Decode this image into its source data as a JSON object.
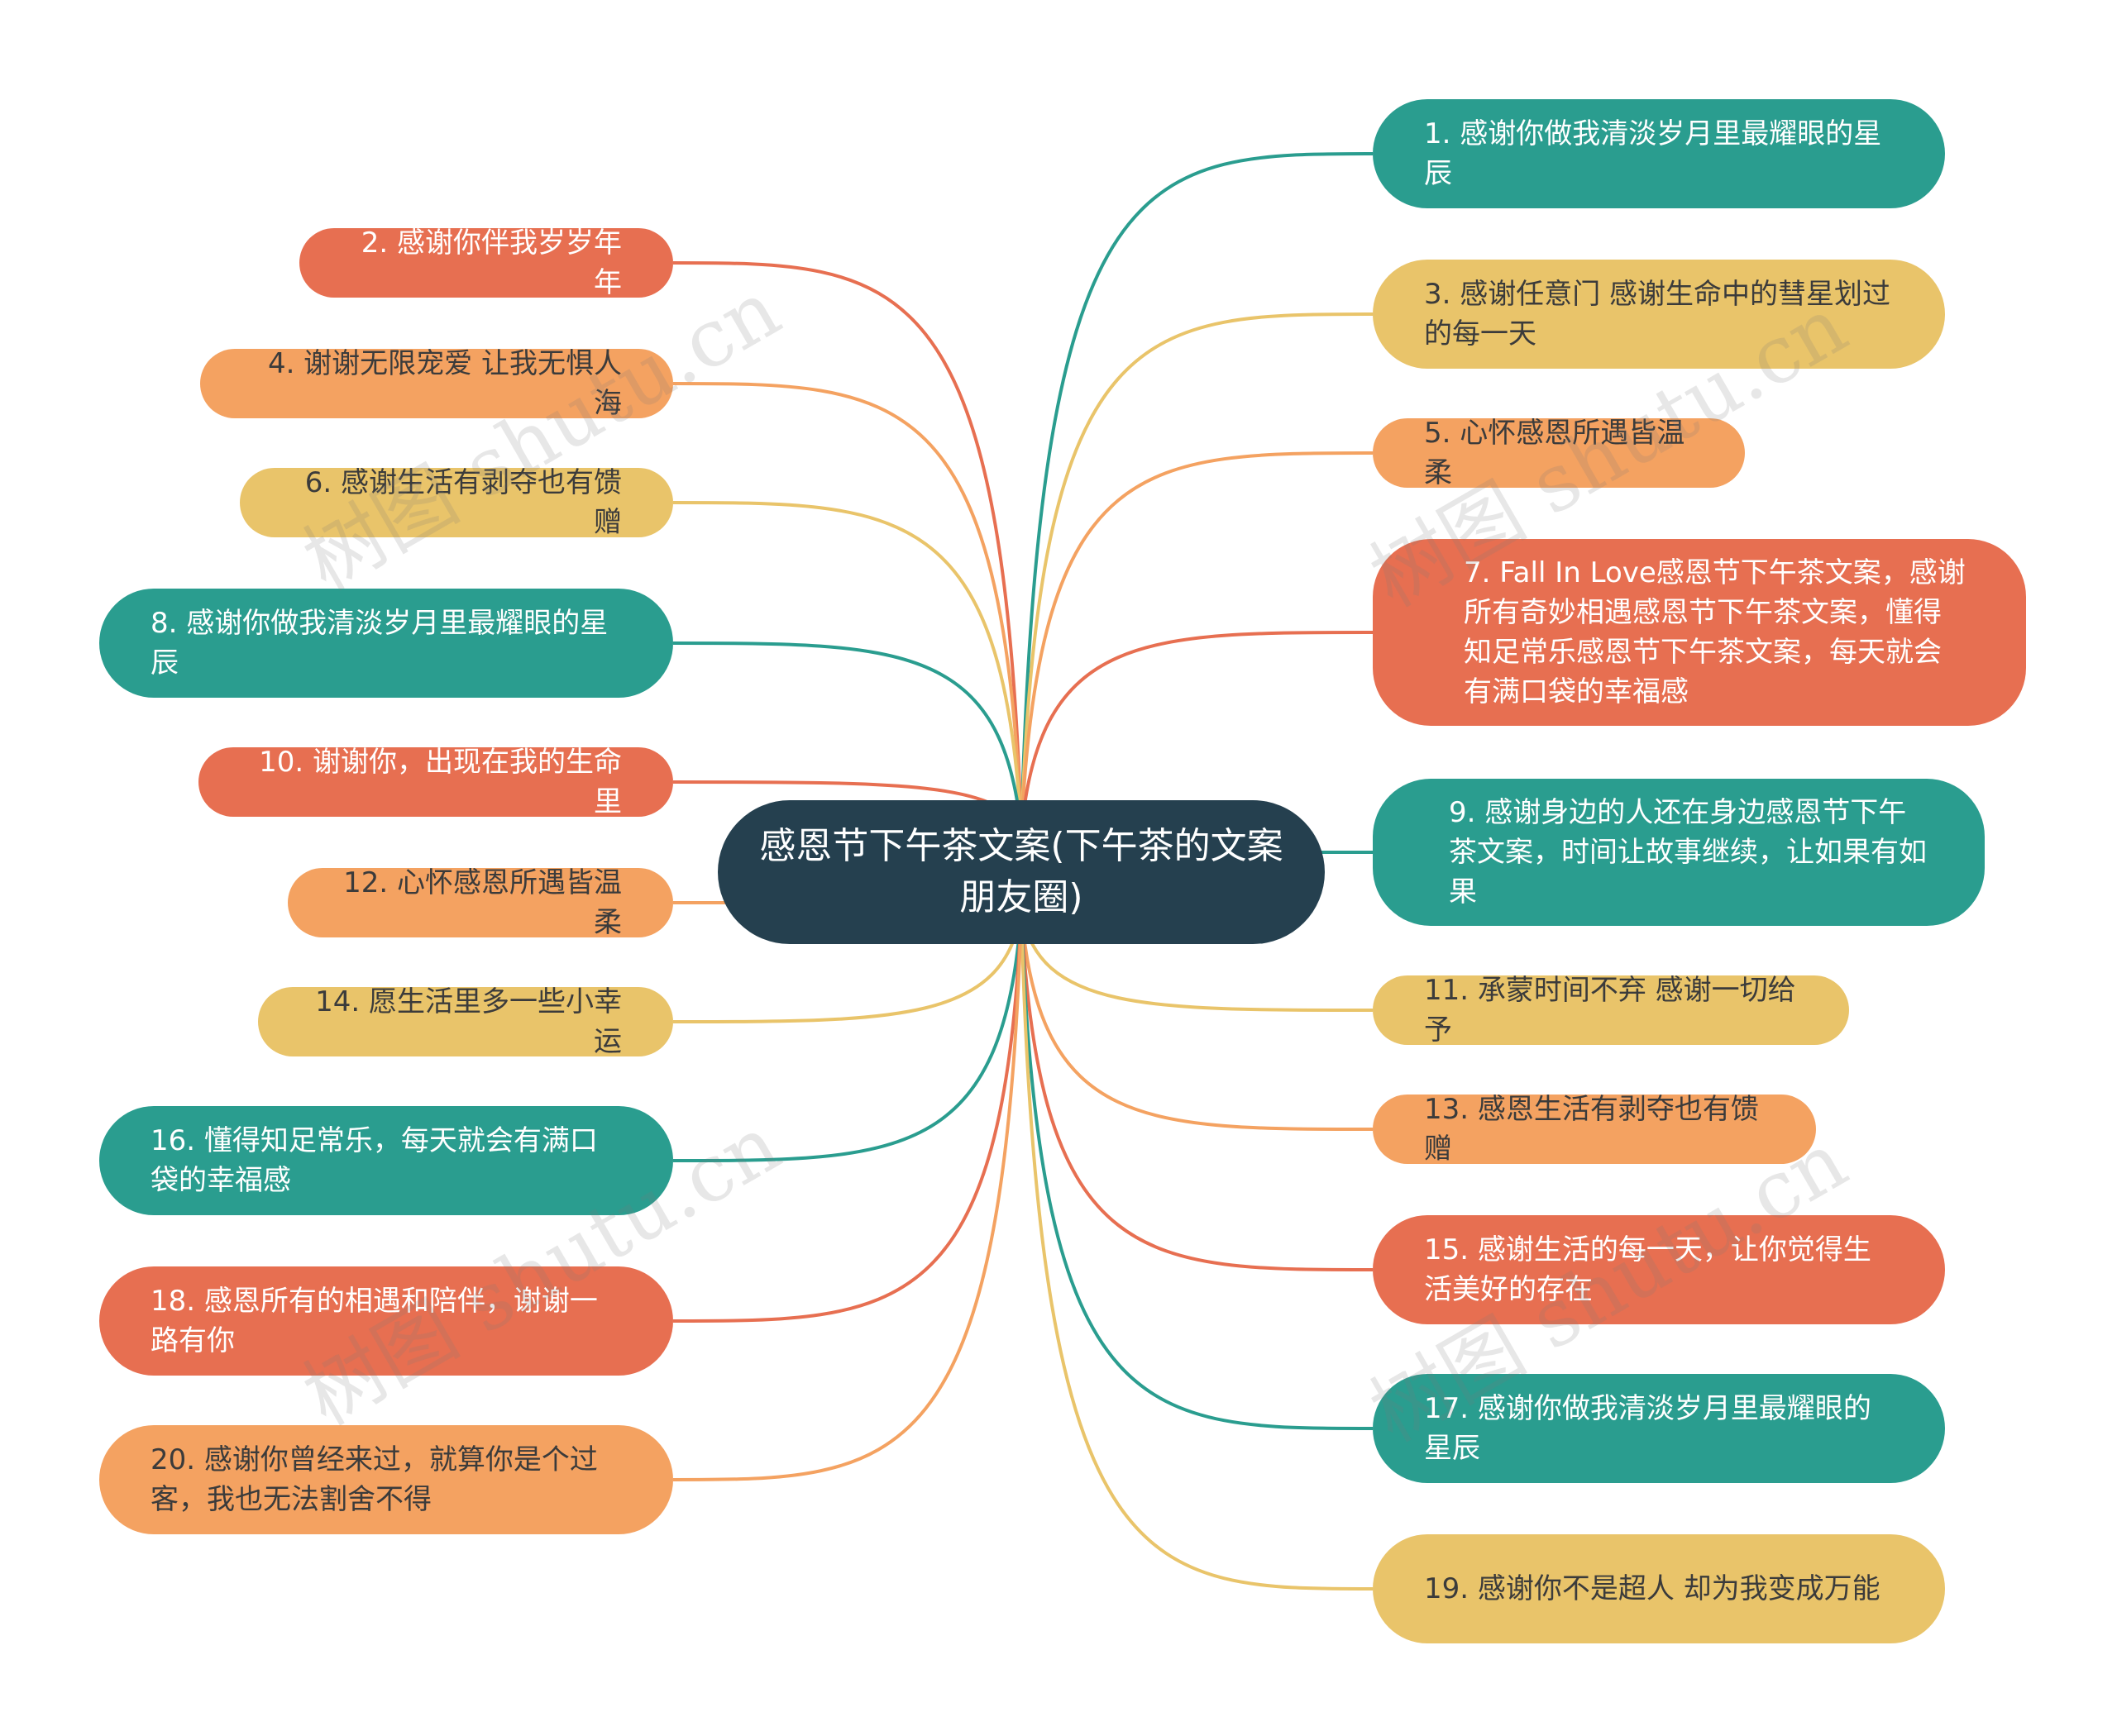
{
  "root": {
    "title": "感恩节下午茶文案(下午茶的文案朋友圈)",
    "color": "#25404f"
  },
  "colors": {
    "teal": "#2a9d8f",
    "yellow": "#e9c46a",
    "orange": "#f4a261",
    "red": "#e76f51"
  },
  "watermark": "树图 shutu.cn",
  "nodes": [
    {
      "id": "n1",
      "label": "1. 感谢你做我清淡岁月里最耀眼的星辰",
      "color": "teal"
    },
    {
      "id": "n2",
      "label": "2. 感谢你伴我岁岁年年",
      "color": "red"
    },
    {
      "id": "n3",
      "label": "3. 感谢任意门 感谢生命中的彗星划过的每一天",
      "color": "yellow"
    },
    {
      "id": "n4",
      "label": "4. 谢谢无限宠爱 让我无惧人海",
      "color": "orange"
    },
    {
      "id": "n5",
      "label": "5. 心怀感恩所遇皆温柔",
      "color": "orange"
    },
    {
      "id": "n6",
      "label": "6. 感谢生活有剥夺也有馈赠",
      "color": "yellow"
    },
    {
      "id": "n7",
      "label": "7. Fall In Love感恩节下午茶文案，感谢所有奇妙相遇感恩节下午茶文案，懂得知足常乐感恩节下午茶文案，每天就会有满口袋的幸福感",
      "color": "red"
    },
    {
      "id": "n8",
      "label": "8. 感谢你做我清淡岁月里最耀眼的星辰",
      "color": "teal"
    },
    {
      "id": "n9",
      "label": "9. 感谢身边的人还在身边感恩节下午茶文案，时间让故事继续，让如果有如果",
      "color": "teal"
    },
    {
      "id": "n10",
      "label": "10. 谢谢你，出现在我的生命里",
      "color": "red"
    },
    {
      "id": "n11",
      "label": "11. 承蒙时间不弃 感谢一切给予",
      "color": "yellow"
    },
    {
      "id": "n12",
      "label": "12. 心怀感恩所遇皆温柔",
      "color": "orange"
    },
    {
      "id": "n13",
      "label": "13. 感恩生活有剥夺也有馈赠",
      "color": "orange"
    },
    {
      "id": "n14",
      "label": "14. 愿生活里多一些小幸运",
      "color": "yellow"
    },
    {
      "id": "n15",
      "label": "15. 感谢生活的每一天，让你觉得生活美好的存在",
      "color": "red"
    },
    {
      "id": "n16",
      "label": "16. 懂得知足常乐，每天就会有满口袋的幸福感",
      "color": "teal"
    },
    {
      "id": "n17",
      "label": "17. 感谢你做我清淡岁月里最耀眼的星辰",
      "color": "teal"
    },
    {
      "id": "n18",
      "label": "18. 感恩所有的相遇和陪伴，谢谢一路有你",
      "color": "red"
    },
    {
      "id": "n19",
      "label": "19. 感谢你不是超人 却为我变成万能",
      "color": "yellow"
    },
    {
      "id": "n20",
      "label": "20. 感谢你曾经来过，就算你是个过客，我也无法割舍不得",
      "color": "orange"
    }
  ]
}
